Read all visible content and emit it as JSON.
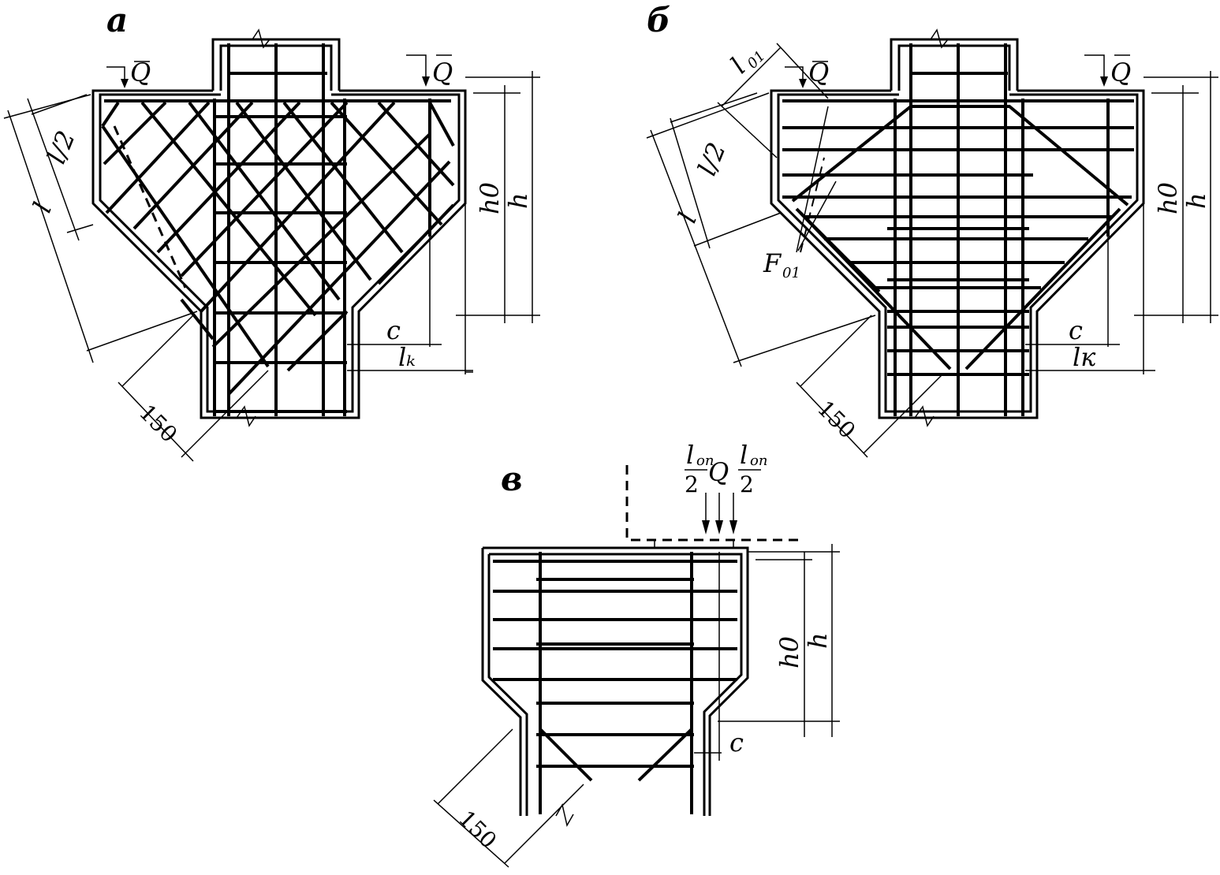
{
  "figure_a": {
    "letter": "а",
    "force_left": "Q",
    "force_right": "Q",
    "dim_h0": "h0",
    "dim_h": "h",
    "dim_c": "c",
    "dim_lk": "lₖ",
    "dim_l": "l",
    "dim_l_half": "l/2",
    "dim_150": "150"
  },
  "figure_b": {
    "letter": "б",
    "force_left": "Q",
    "force_right": "Q",
    "dim_h0": "h0",
    "dim_h": "h",
    "dim_c": "c",
    "dim_lk": "lк",
    "dim_l": "l",
    "dim_l_half": "l/2",
    "dim_l1": "l",
    "dim_l1_sub": "01",
    "area_label": "F",
    "area_sub": "01",
    "dim_150": "150"
  },
  "figure_c": {
    "letter": "в",
    "force": "Q",
    "dim_lop": "l",
    "dim_lop_sub": "оп",
    "dim_two": "2",
    "dim_h0": "h0",
    "dim_h": "h",
    "dim_c": "c",
    "dim_150": "150"
  }
}
